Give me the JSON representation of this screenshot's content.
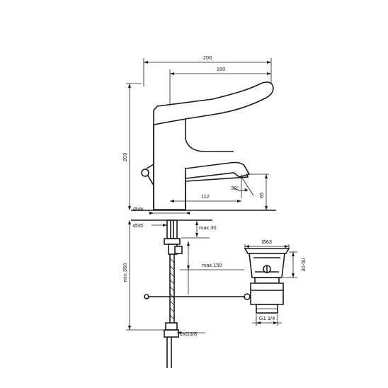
{
  "dimensions": {
    "width_200": "200",
    "width_160": "160",
    "height_209": "209",
    "spout_112": "112",
    "spout_height_65": "65",
    "angle_30": "30°",
    "body_dia_48": "Ø48",
    "hole_dia_35": "Ø35",
    "max_30": "max.30",
    "min_350": "min.350",
    "max_150": "max.150",
    "connection": "2xG3/8",
    "waste_dia_63": "Ø63",
    "waste_range": "30-50",
    "waste_thread": "G1 1/4"
  }
}
